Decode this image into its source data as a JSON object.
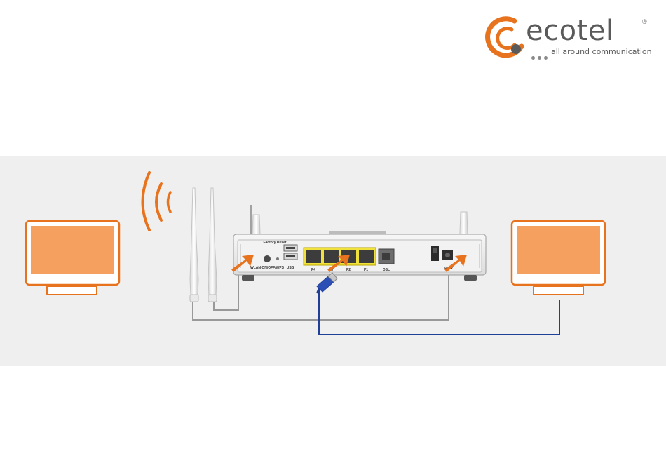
{
  "brand": {
    "name": "ecotel",
    "registered_mark": "®",
    "tagline": "all around communication",
    "colors": {
      "orange": "#e8731f",
      "gray": "#5a5a5a",
      "panel": "#efefef",
      "lan_cable": "#1f3f99",
      "wifi_cable": "#999999"
    }
  },
  "router": {
    "labels": {
      "wlan": "WLAN ON/OFF/WPS",
      "factory_reset": "Factory Reset",
      "usb": "USB",
      "p4": "P4",
      "p3": "P3",
      "p2": "P2",
      "p1": "P1",
      "dsl": "DSL",
      "pwr": "PWR"
    }
  },
  "icons": {
    "left_device": "monitor-icon",
    "right_device": "monitor-icon",
    "wifi": "wifi-waves-icon",
    "antenna": "antenna-icon",
    "lan_plug": "ethernet-plug-icon",
    "arrows": "pointer-arrow-icon"
  }
}
